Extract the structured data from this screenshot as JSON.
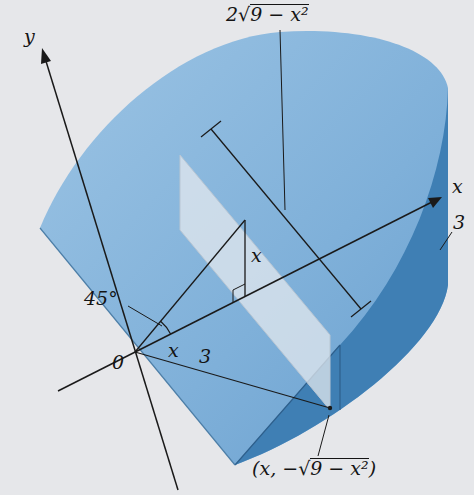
{
  "diagram": {
    "labels": [
      "y",
      "2√9 − x²",
      "3",
      "x",
      "x",
      "45°",
      "x",
      "0",
      "3",
      "(x, −√9 − x²)"
    ]
  }
}
